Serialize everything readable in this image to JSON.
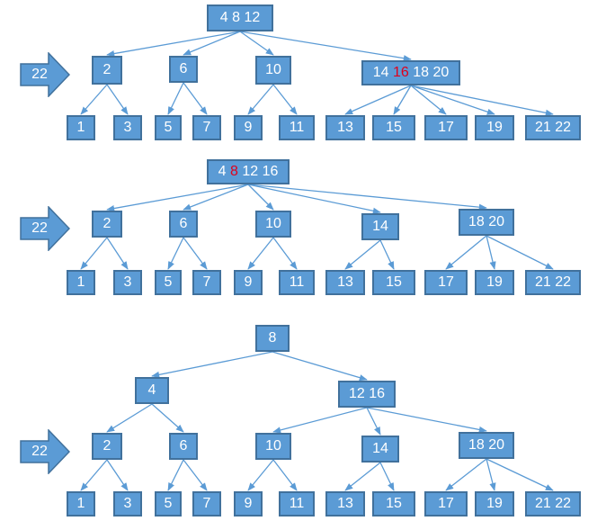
{
  "accent": "#5b9bd5",
  "highlight_color": "#e0001b",
  "diagrams": [
    {
      "insert_label": "22",
      "nodes": [
        {
          "id": "a-root",
          "tokens": [
            {
              "t": "4 8 12"
            }
          ]
        },
        {
          "id": "a-2",
          "tokens": [
            {
              "t": "2"
            }
          ]
        },
        {
          "id": "a-6",
          "tokens": [
            {
              "t": "6"
            }
          ]
        },
        {
          "id": "a-10",
          "tokens": [
            {
              "t": "10"
            }
          ]
        },
        {
          "id": "a-14",
          "tokens": [
            {
              "t": "14 "
            },
            {
              "t": "16",
              "hl": true
            },
            {
              "t": " 18 20"
            }
          ]
        },
        {
          "id": "a-1",
          "tokens": [
            {
              "t": "1"
            }
          ]
        },
        {
          "id": "a-3",
          "tokens": [
            {
              "t": "3"
            }
          ]
        },
        {
          "id": "a-5",
          "tokens": [
            {
              "t": "5"
            }
          ]
        },
        {
          "id": "a-7",
          "tokens": [
            {
              "t": "7"
            }
          ]
        },
        {
          "id": "a-9",
          "tokens": [
            {
              "t": "9"
            }
          ]
        },
        {
          "id": "a-11",
          "tokens": [
            {
              "t": "11"
            }
          ]
        },
        {
          "id": "a-13",
          "tokens": [
            {
              "t": "13"
            }
          ]
        },
        {
          "id": "a-15",
          "tokens": [
            {
              "t": "15"
            }
          ]
        },
        {
          "id": "a-17",
          "tokens": [
            {
              "t": "17"
            }
          ]
        },
        {
          "id": "a-19",
          "tokens": [
            {
              "t": "19"
            }
          ]
        },
        {
          "id": "a-2122",
          "tokens": [
            {
              "t": "21 22"
            }
          ]
        }
      ],
      "edges": [
        [
          "a-root",
          "a-2"
        ],
        [
          "a-root",
          "a-6"
        ],
        [
          "a-root",
          "a-10"
        ],
        [
          "a-root",
          "a-14"
        ],
        [
          "a-2",
          "a-1"
        ],
        [
          "a-2",
          "a-3"
        ],
        [
          "a-6",
          "a-5"
        ],
        [
          "a-6",
          "a-7"
        ],
        [
          "a-10",
          "a-9"
        ],
        [
          "a-10",
          "a-11"
        ],
        [
          "a-14",
          "a-13"
        ],
        [
          "a-14",
          "a-15"
        ],
        [
          "a-14",
          "a-17"
        ],
        [
          "a-14",
          "a-19"
        ],
        [
          "a-14",
          "a-2122"
        ]
      ]
    },
    {
      "insert_label": "22",
      "nodes": [
        {
          "id": "b-root",
          "tokens": [
            {
              "t": "4 "
            },
            {
              "t": "8",
              "hl": true
            },
            {
              "t": " 12 16"
            }
          ]
        },
        {
          "id": "b-2",
          "tokens": [
            {
              "t": "2"
            }
          ]
        },
        {
          "id": "b-6",
          "tokens": [
            {
              "t": "6"
            }
          ]
        },
        {
          "id": "b-10",
          "tokens": [
            {
              "t": "10"
            }
          ]
        },
        {
          "id": "b-14",
          "tokens": [
            {
              "t": "14"
            }
          ]
        },
        {
          "id": "b-1820",
          "tokens": [
            {
              "t": "18 20"
            }
          ]
        },
        {
          "id": "b-1",
          "tokens": [
            {
              "t": "1"
            }
          ]
        },
        {
          "id": "b-3",
          "tokens": [
            {
              "t": "3"
            }
          ]
        },
        {
          "id": "b-5",
          "tokens": [
            {
              "t": "5"
            }
          ]
        },
        {
          "id": "b-7",
          "tokens": [
            {
              "t": "7"
            }
          ]
        },
        {
          "id": "b-9",
          "tokens": [
            {
              "t": "9"
            }
          ]
        },
        {
          "id": "b-11",
          "tokens": [
            {
              "t": "11"
            }
          ]
        },
        {
          "id": "b-13",
          "tokens": [
            {
              "t": "13"
            }
          ]
        },
        {
          "id": "b-15",
          "tokens": [
            {
              "t": "15"
            }
          ]
        },
        {
          "id": "b-17",
          "tokens": [
            {
              "t": "17"
            }
          ]
        },
        {
          "id": "b-19",
          "tokens": [
            {
              "t": "19"
            }
          ]
        },
        {
          "id": "b-2122",
          "tokens": [
            {
              "t": "21 22"
            }
          ]
        }
      ],
      "edges": [
        [
          "b-root",
          "b-2"
        ],
        [
          "b-root",
          "b-6"
        ],
        [
          "b-root",
          "b-10"
        ],
        [
          "b-root",
          "b-14"
        ],
        [
          "b-root",
          "b-1820"
        ],
        [
          "b-2",
          "b-1"
        ],
        [
          "b-2",
          "b-3"
        ],
        [
          "b-6",
          "b-5"
        ],
        [
          "b-6",
          "b-7"
        ],
        [
          "b-10",
          "b-9"
        ],
        [
          "b-10",
          "b-11"
        ],
        [
          "b-14",
          "b-13"
        ],
        [
          "b-14",
          "b-15"
        ],
        [
          "b-1820",
          "b-17"
        ],
        [
          "b-1820",
          "b-19"
        ],
        [
          "b-1820",
          "b-2122"
        ]
      ]
    },
    {
      "insert_label": "22",
      "nodes": [
        {
          "id": "c-8",
          "tokens": [
            {
              "t": "8"
            }
          ]
        },
        {
          "id": "c-4",
          "tokens": [
            {
              "t": "4"
            }
          ]
        },
        {
          "id": "c-1216",
          "tokens": [
            {
              "t": "12 16"
            }
          ]
        },
        {
          "id": "c-2",
          "tokens": [
            {
              "t": "2"
            }
          ]
        },
        {
          "id": "c-6",
          "tokens": [
            {
              "t": "6"
            }
          ]
        },
        {
          "id": "c-10",
          "tokens": [
            {
              "t": "10"
            }
          ]
        },
        {
          "id": "c-14",
          "tokens": [
            {
              "t": "14"
            }
          ]
        },
        {
          "id": "c-1820",
          "tokens": [
            {
              "t": "18 20"
            }
          ]
        },
        {
          "id": "c-1",
          "tokens": [
            {
              "t": "1"
            }
          ]
        },
        {
          "id": "c-3",
          "tokens": [
            {
              "t": "3"
            }
          ]
        },
        {
          "id": "c-5",
          "tokens": [
            {
              "t": "5"
            }
          ]
        },
        {
          "id": "c-7",
          "tokens": [
            {
              "t": "7"
            }
          ]
        },
        {
          "id": "c-9",
          "tokens": [
            {
              "t": "9"
            }
          ]
        },
        {
          "id": "c-11",
          "tokens": [
            {
              "t": "11"
            }
          ]
        },
        {
          "id": "c-13",
          "tokens": [
            {
              "t": "13"
            }
          ]
        },
        {
          "id": "c-15",
          "tokens": [
            {
              "t": "15"
            }
          ]
        },
        {
          "id": "c-17",
          "tokens": [
            {
              "t": "17"
            }
          ]
        },
        {
          "id": "c-19",
          "tokens": [
            {
              "t": "19"
            }
          ]
        },
        {
          "id": "c-2122",
          "tokens": [
            {
              "t": "21 22"
            }
          ]
        }
      ],
      "edges": [
        [
          "c-8",
          "c-4"
        ],
        [
          "c-8",
          "c-1216"
        ],
        [
          "c-4",
          "c-2"
        ],
        [
          "c-4",
          "c-6"
        ],
        [
          "c-1216",
          "c-10"
        ],
        [
          "c-1216",
          "c-14"
        ],
        [
          "c-1216",
          "c-1820"
        ],
        [
          "c-2",
          "c-1"
        ],
        [
          "c-2",
          "c-3"
        ],
        [
          "c-6",
          "c-5"
        ],
        [
          "c-6",
          "c-7"
        ],
        [
          "c-10",
          "c-9"
        ],
        [
          "c-10",
          "c-11"
        ],
        [
          "c-14",
          "c-13"
        ],
        [
          "c-14",
          "c-15"
        ],
        [
          "c-1820",
          "c-17"
        ],
        [
          "c-1820",
          "c-19"
        ],
        [
          "c-1820",
          "c-2122"
        ]
      ]
    }
  ]
}
